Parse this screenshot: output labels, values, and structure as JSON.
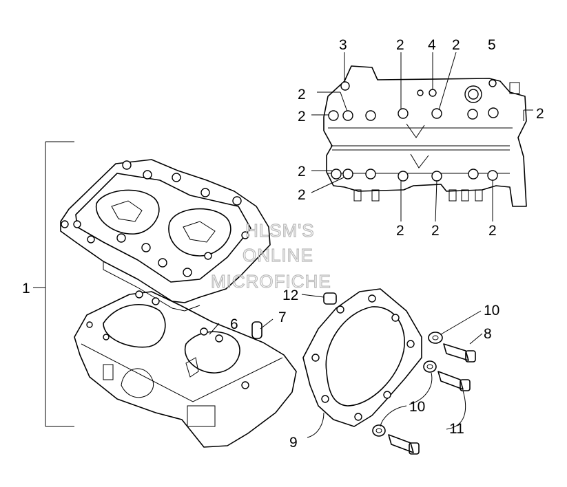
{
  "diagram": {
    "watermark": [
      "HLSM'S",
      "ONLINE",
      "MICROFICHE"
    ],
    "callouts": {
      "top_3": "3",
      "top_2a": "2",
      "top_4": "4",
      "top_2b": "2",
      "top_5": "5",
      "left_2a": "2",
      "left_2b": "2",
      "left_2c": "2",
      "left_2d": "2",
      "right_2": "2",
      "bottom_2a": "2",
      "bottom_2b": "2",
      "bottom_2c": "2",
      "ref_1": "1",
      "ref_6": "6",
      "ref_7": "7",
      "ref_12": "12",
      "ref_10a": "10",
      "ref_8": "8",
      "ref_10b": "10",
      "ref_11": "11",
      "ref_9": "9"
    }
  }
}
